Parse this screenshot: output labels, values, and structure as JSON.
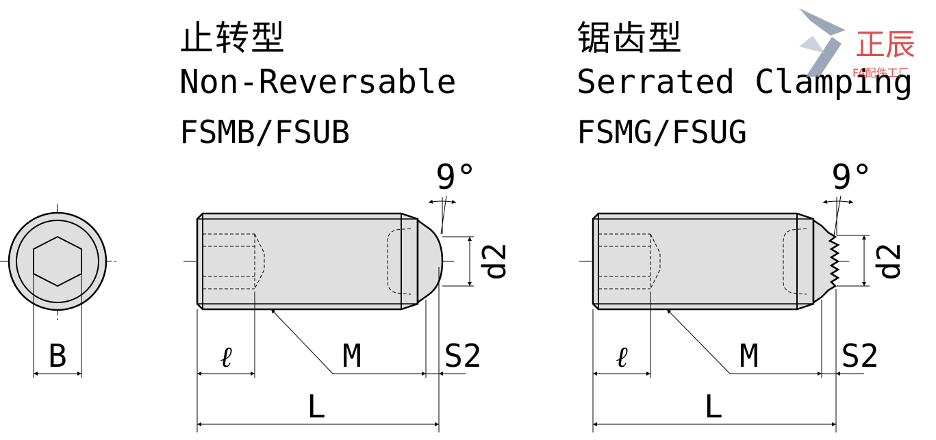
{
  "left_title": {
    "chinese": "止转型",
    "english": "Non-Reversable",
    "codes": "FSMB/FSUB"
  },
  "right_title": {
    "chinese": "锯齿型",
    "english": "Serrated Clamping",
    "codes": "FSMG/FSUG"
  },
  "dimensions": {
    "hex": "B",
    "angle": "9°",
    "tip_diameter": "d2",
    "length_small": "ℓ",
    "thread": "M",
    "tip_length": "S2",
    "total_length": "L"
  },
  "logo": {
    "brand_text": "正辰",
    "sub_text": "FA配件工厂",
    "colors": {
      "grey": "#8d98ab",
      "red": "#d93030"
    }
  }
}
